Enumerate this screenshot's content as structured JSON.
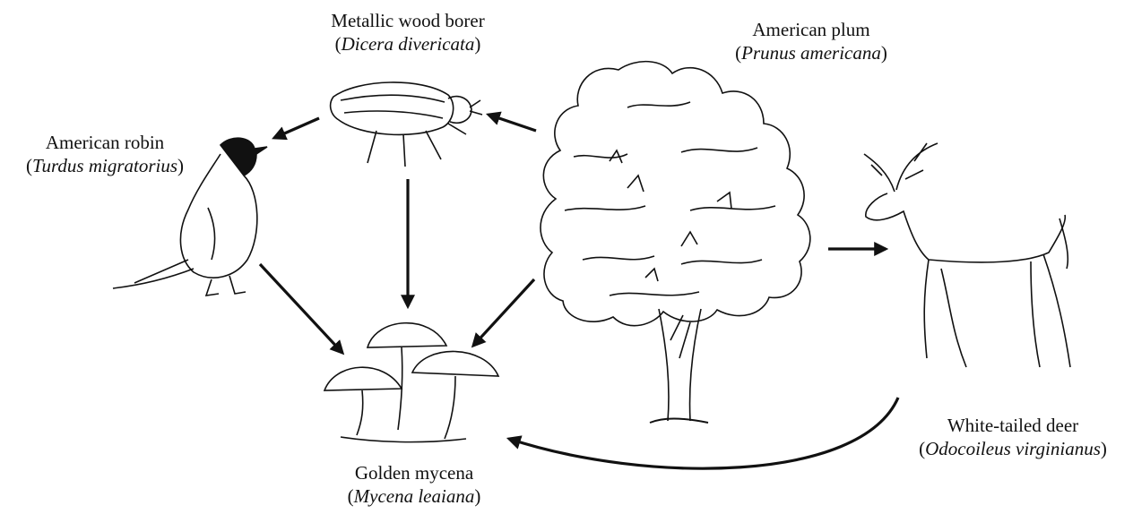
{
  "organisms": {
    "borer": {
      "common": "Metallic wood borer",
      "scientific": "Dicera divericata"
    },
    "plum": {
      "common": "American plum",
      "scientific": "Prunus americana"
    },
    "robin": {
      "common": "American robin",
      "scientific": "Turdus migratorius"
    },
    "deer": {
      "common": "White-tailed deer",
      "scientific": "Odocoileus virginianus"
    },
    "mycena": {
      "common": "Golden mycena",
      "scientific": "Mycena leaiana"
    }
  },
  "links": [
    {
      "from": "plum",
      "to": "borer"
    },
    {
      "from": "borer",
      "to": "robin"
    },
    {
      "from": "borer",
      "to": "mycena"
    },
    {
      "from": "robin",
      "to": "mycena"
    },
    {
      "from": "plum",
      "to": "mycena"
    },
    {
      "from": "plum",
      "to": "deer"
    },
    {
      "from": "deer",
      "to": "mycena"
    }
  ]
}
